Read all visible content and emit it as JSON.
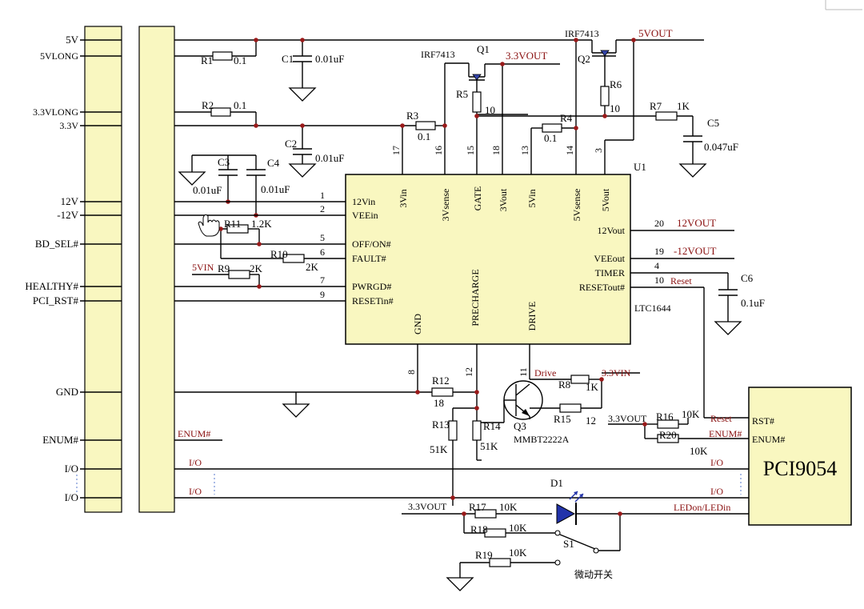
{
  "connector_pins": [
    "5V",
    "5VLONG",
    "3.3VLONG",
    "3.3V",
    "12V",
    "-12V",
    "BD_SEL#",
    "HEALTHY#",
    "PCI_RST#",
    "GND",
    "ENUM#",
    "I/O",
    "I/O"
  ],
  "net_labels": {
    "v5out": "5VOUT",
    "v33out_top": "3.3VOUT",
    "v33out_bot": "3.3VOUT",
    "v33out_right": "3.3VOUT",
    "v33vin": "3.3VIN",
    "v5vin": "5VIN",
    "v12out": "12VOUT",
    "vm12out": "-12VOUT",
    "reset_u1": "Reset",
    "reset_pci": "Reset",
    "enum_conn": "ENUM#",
    "enum_pci": "ENUM#",
    "io1_left": "I/O",
    "io2_left": "I/O",
    "io1_right": "I/O",
    "io2_right": "I/O",
    "drive": "Drive",
    "ledon": "LEDon/LEDin"
  },
  "chip_u1": {
    "ref": "U1",
    "part": "LTC1644",
    "top_pins": [
      {
        "num": "17",
        "name": "3Vin"
      },
      {
        "num": "16",
        "name": "3Vsense"
      },
      {
        "num": "15",
        "name": "GATE"
      },
      {
        "num": "18",
        "name": "3Vout"
      },
      {
        "num": "13",
        "name": "5Vin"
      },
      {
        "num": "14",
        "name": "5Vsense"
      },
      {
        "num": "3",
        "name": "5Vout"
      }
    ],
    "left_pins": [
      {
        "num": "1",
        "name": "12Vin"
      },
      {
        "num": "2",
        "name": "VEEin"
      },
      {
        "num": "5",
        "name": "OFF/ON#"
      },
      {
        "num": "6",
        "name": "FAULT#"
      },
      {
        "num": "7",
        "name": "PWRGD#"
      },
      {
        "num": "9",
        "name": "RESETin#"
      }
    ],
    "right_pins": [
      {
        "num": "20",
        "name": "12Vout"
      },
      {
        "num": "19",
        "name": "VEEout"
      },
      {
        "num": "4",
        "name": "TIMER"
      },
      {
        "num": "10",
        "name": "RESETout#"
      }
    ],
    "bottom_pins": [
      {
        "num": "8",
        "name": "GND"
      },
      {
        "num": "12",
        "name": "PRECHARGE"
      },
      {
        "num": "11",
        "name": "DRIVE"
      }
    ]
  },
  "chip_pci": {
    "name": "PCI9054",
    "pins": [
      "RST#",
      "ENUM#"
    ]
  },
  "resistors": {
    "r1": {
      "ref": "R1",
      "value": "0.1"
    },
    "r2": {
      "ref": "R2",
      "value": "0.1"
    },
    "r3": {
      "ref": "R3",
      "value": "0.1"
    },
    "r4": {
      "ref": "R4",
      "value": "0.1"
    },
    "r5": {
      "ref": "R5",
      "value": "10"
    },
    "r6": {
      "ref": "R6",
      "value": "10"
    },
    "r7": {
      "ref": "R7",
      "value": "1K"
    },
    "r8": {
      "ref": "R8",
      "value": "1K"
    },
    "r9": {
      "ref": "R9",
      "value": "2K"
    },
    "r10": {
      "ref": "R10",
      "value": "2K"
    },
    "r11": {
      "ref": "R11",
      "value": "1.2K"
    },
    "r12": {
      "ref": "R12",
      "value": "18"
    },
    "r13": {
      "ref": "R13",
      "value": "51K"
    },
    "r14": {
      "ref": "R14",
      "value": "51K"
    },
    "r15": {
      "ref": "R15",
      "value": "12"
    },
    "r16": {
      "ref": "R16",
      "value": "10K"
    },
    "r17": {
      "ref": "R17",
      "value": "10K"
    },
    "r18": {
      "ref": "R18",
      "value": "10K"
    },
    "r19": {
      "ref": "R19",
      "value": "10K"
    },
    "r20": {
      "ref": "R20",
      "value": "10K"
    }
  },
  "capacitors": {
    "c1": {
      "ref": "C1",
      "value": "0.01uF"
    },
    "c2": {
      "ref": "C2",
      "value": "0.01uF"
    },
    "c3": {
      "ref": "C3",
      "value": "0.01uF"
    },
    "c4": {
      "ref": "C4",
      "value": "0.01uF"
    },
    "c5": {
      "ref": "C5",
      "value": "0.047uF"
    },
    "c6": {
      "ref": "C6",
      "value": "0.1uF"
    }
  },
  "transistors": {
    "q1": {
      "ref": "Q1",
      "part": "IRF7413"
    },
    "q2": {
      "ref": "Q2",
      "part": "IRF7413"
    },
    "q3": {
      "ref": "Q3",
      "part": "MMBT2222A"
    }
  },
  "led": {
    "ref": "D1"
  },
  "switch": {
    "ref": "S1",
    "label": "微动开关"
  }
}
